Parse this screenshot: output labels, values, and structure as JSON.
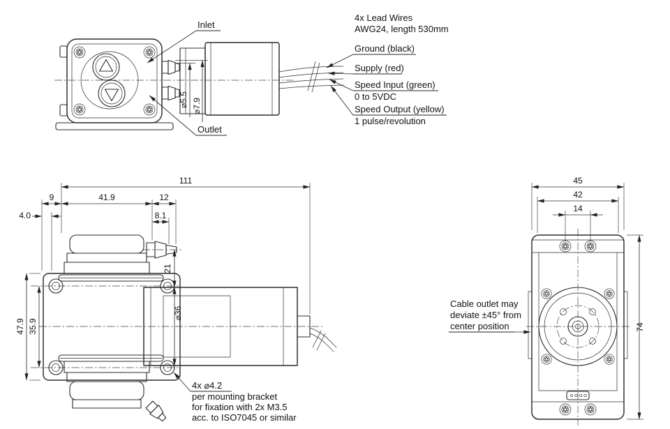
{
  "front_view": {
    "inlet_label": "Inlet",
    "outlet_label": "Outlet",
    "dim_5_5": "⌀5.5",
    "dim_7_9": "⌀7.9"
  },
  "wiring": {
    "title_line1": "4x Lead Wires",
    "title_line2": "AWG24, length 530mm",
    "ground": "Ground (black)",
    "supply": "Supply (red)",
    "speed_input_1": "Speed Input (green)",
    "speed_input_2": "0 to 5VDC",
    "speed_output_1": "Speed Output (yellow)",
    "speed_output_2": "1 pulse/revolution"
  },
  "side_view": {
    "dim_111": "111",
    "dim_9": "9",
    "dim_41_9": "41.9",
    "dim_12": "12",
    "dim_4_0": "4.0",
    "dim_8_1": "8.1",
    "dim_21": "21",
    "dim_36": "⌀36",
    "dim_47_9": "47.9",
    "dim_35_9": "35.9",
    "note_1": "4x ⌀4.2",
    "note_2": "per mounting bracket",
    "note_3": "for fixation with 2x M3.5",
    "note_4": "acc. to ISO7045 or similar"
  },
  "end_view": {
    "dim_45": "45",
    "dim_42": "42",
    "dim_14": "14",
    "dim_74": "74",
    "note_1": "Cable outlet may",
    "note_2": "deviate ±45° from",
    "note_3": "center position"
  }
}
